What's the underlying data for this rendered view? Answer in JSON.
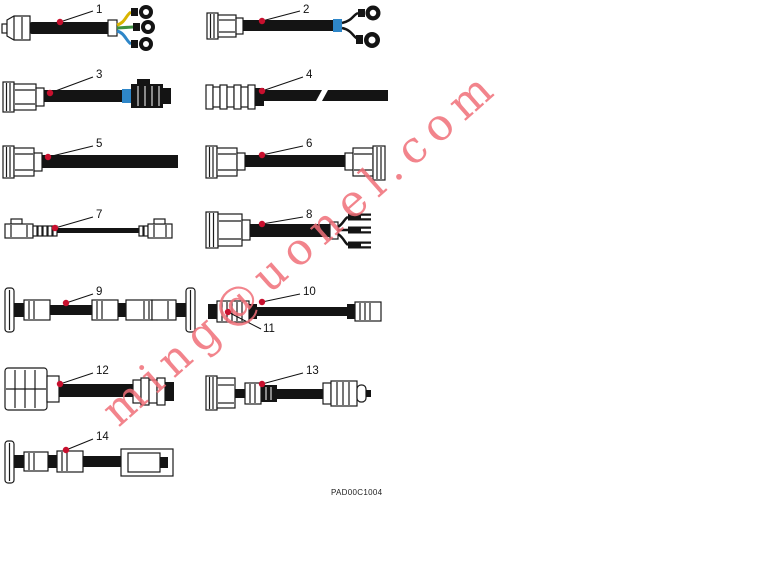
{
  "figure": {
    "code": "PAD00C1004",
    "watermark": "ming@uonel.com"
  },
  "colors": {
    "callout_dot": "#c8102e",
    "watermark": "#f06e78",
    "wire_yellow": "#d9b400",
    "wire_green": "#3d9140",
    "wire_blue": "#2e86c8",
    "marker_blue": "#2e86c8",
    "line": "#1a1a1a"
  },
  "callouts": [
    {
      "label": "1"
    },
    {
      "label": "2"
    },
    {
      "label": "3"
    },
    {
      "label": "4"
    },
    {
      "label": "5"
    },
    {
      "label": "6"
    },
    {
      "label": "7"
    },
    {
      "label": "8"
    },
    {
      "label": "9"
    },
    {
      "label": "10"
    },
    {
      "label": "11"
    },
    {
      "label": "12"
    },
    {
      "label": "13"
    },
    {
      "label": "14"
    }
  ]
}
